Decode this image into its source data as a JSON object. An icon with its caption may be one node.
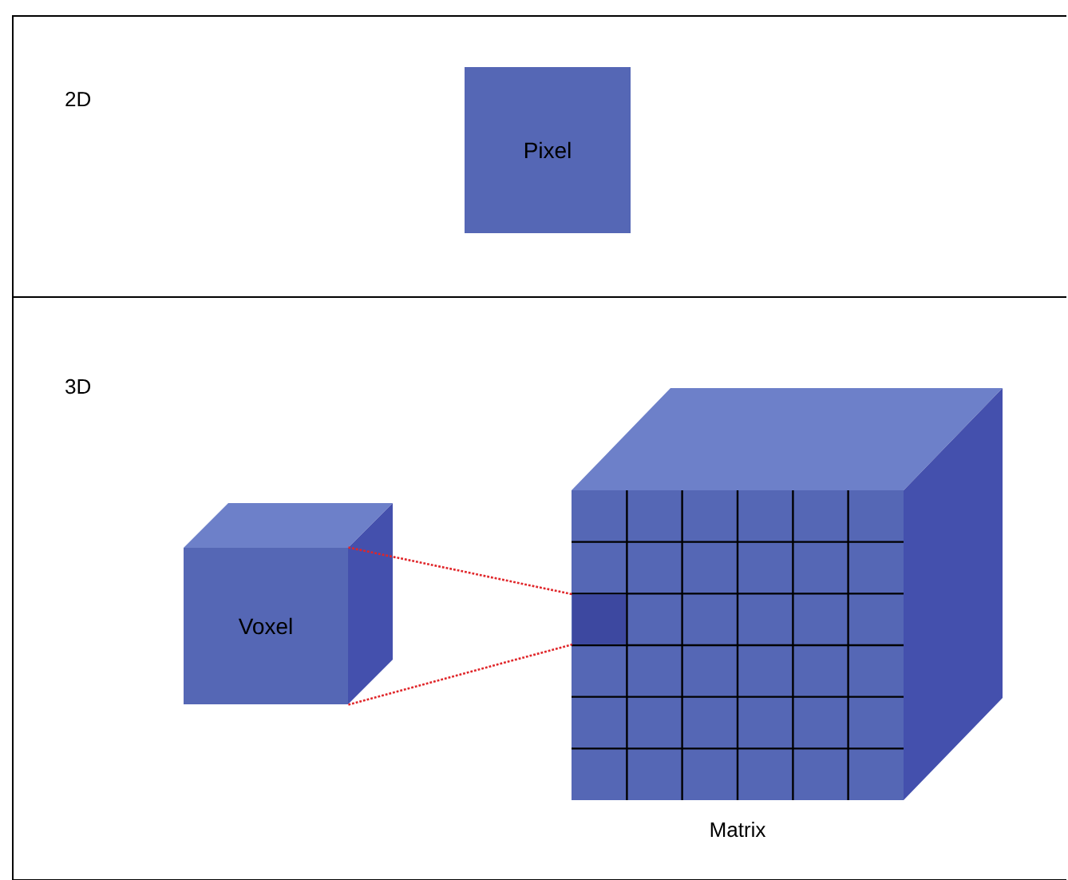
{
  "diagram": {
    "nodes": [
      {
        "text": [
          "2D"
        ]
      },
      {
        "text": [
          "Pixel"
        ],
        "in": 0
      },
      {
        "text": [
          "3D"
        ]
      },
      {
        "text": [
          "Voxel"
        ],
        "in": 2
      },
      {
        "text": [
          "Matrix"
        ],
        "in": 2
      },
      {
        "text": [],
        "shape": "box",
        "in": 4
      }
    ],
    "edges": [
      {
        "from": 3,
        "to": 5,
        "arrow": "none",
        "style": "dashed",
        "color": "#e0262a"
      },
      {
        "from": 3,
        "to": 5,
        "arrow": "none",
        "style": "dashed",
        "color": "#e0262a"
      }
    ]
  }
}
